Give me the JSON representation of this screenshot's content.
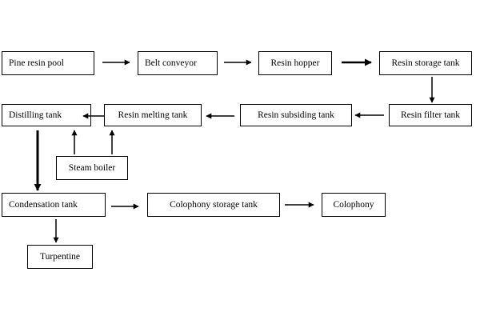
{
  "nodes": {
    "pine_resin_pool": "Pine resin pool",
    "belt_conveyor": "Belt conveyor",
    "resin_hopper": "Resin hopper",
    "resin_storage_tank": "Resin storage tank",
    "distilling_tank": "Distilling tank",
    "resin_melting_tank": "Resin melting tank",
    "resin_subsiding_tank": "Resin subsiding tank",
    "resin_filter_tank": "Resin filter tank",
    "steam_boiler": "Steam boiler",
    "condensation_tank": "Condensation tank",
    "colophony_storage_tank": "Colophony storage tank",
    "colophony": "Colophony",
    "turpentine": "Turpentine"
  },
  "edges": [
    {
      "from": "pine_resin_pool",
      "to": "belt_conveyor"
    },
    {
      "from": "belt_conveyor",
      "to": "resin_hopper"
    },
    {
      "from": "resin_hopper",
      "to": "resin_storage_tank"
    },
    {
      "from": "resin_storage_tank",
      "to": "resin_filter_tank"
    },
    {
      "from": "resin_filter_tank",
      "to": "resin_subsiding_tank"
    },
    {
      "from": "resin_subsiding_tank",
      "to": "resin_melting_tank"
    },
    {
      "from": "resin_melting_tank",
      "to": "distilling_tank"
    },
    {
      "from": "steam_boiler",
      "to": "distilling_tank"
    },
    {
      "from": "steam_boiler",
      "to": "resin_melting_tank"
    },
    {
      "from": "distilling_tank",
      "to": "condensation_tank"
    },
    {
      "from": "condensation_tank",
      "to": "colophony_storage_tank"
    },
    {
      "from": "colophony_storage_tank",
      "to": "colophony"
    },
    {
      "from": "condensation_tank",
      "to": "turpentine"
    }
  ]
}
